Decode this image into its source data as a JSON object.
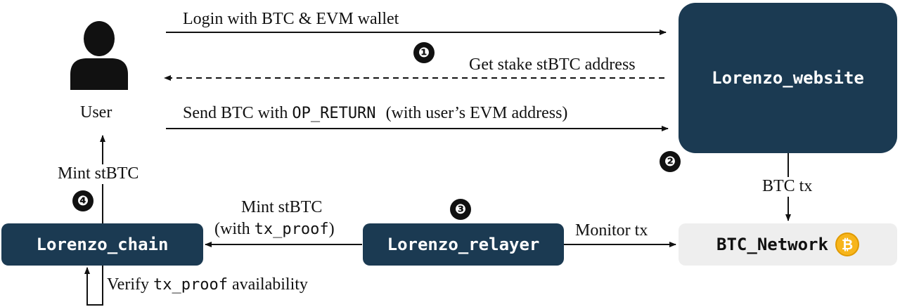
{
  "user": {
    "label": "User"
  },
  "nodes": {
    "website": "Lorenzo_website",
    "chain": "Lorenzo_chain",
    "relayer": "Lorenzo_relayer",
    "network": "BTC_Network",
    "network_coin_symbol": "₿"
  },
  "edges": {
    "login": "Login with BTC & EVM wallet",
    "get_address": "Get stake stBTC address",
    "send_btc_prefix": "Send BTC with",
    "send_btc_code": "OP_RETURN",
    "send_btc_suffix": "(with user’s EVM address)",
    "btc_tx": "BTC tx",
    "monitor_tx": "Monitor tx",
    "relayer_mint_line1": "Mint stBTC",
    "relayer_mint_line2_prefix": "(with",
    "relayer_mint_line2_code": "tx_proof",
    "relayer_mint_line2_suffix": ")",
    "chain_mint": "Mint stBTC",
    "verify_prefix": "Verify",
    "verify_code": "tx_proof",
    "verify_suffix": "availability"
  },
  "steps": [
    "❶",
    "❷",
    "❸",
    "❹"
  ],
  "colors": {
    "dark_box": "#1b3a52",
    "light_box": "#eeeeee",
    "coin": "#f7b51b"
  }
}
